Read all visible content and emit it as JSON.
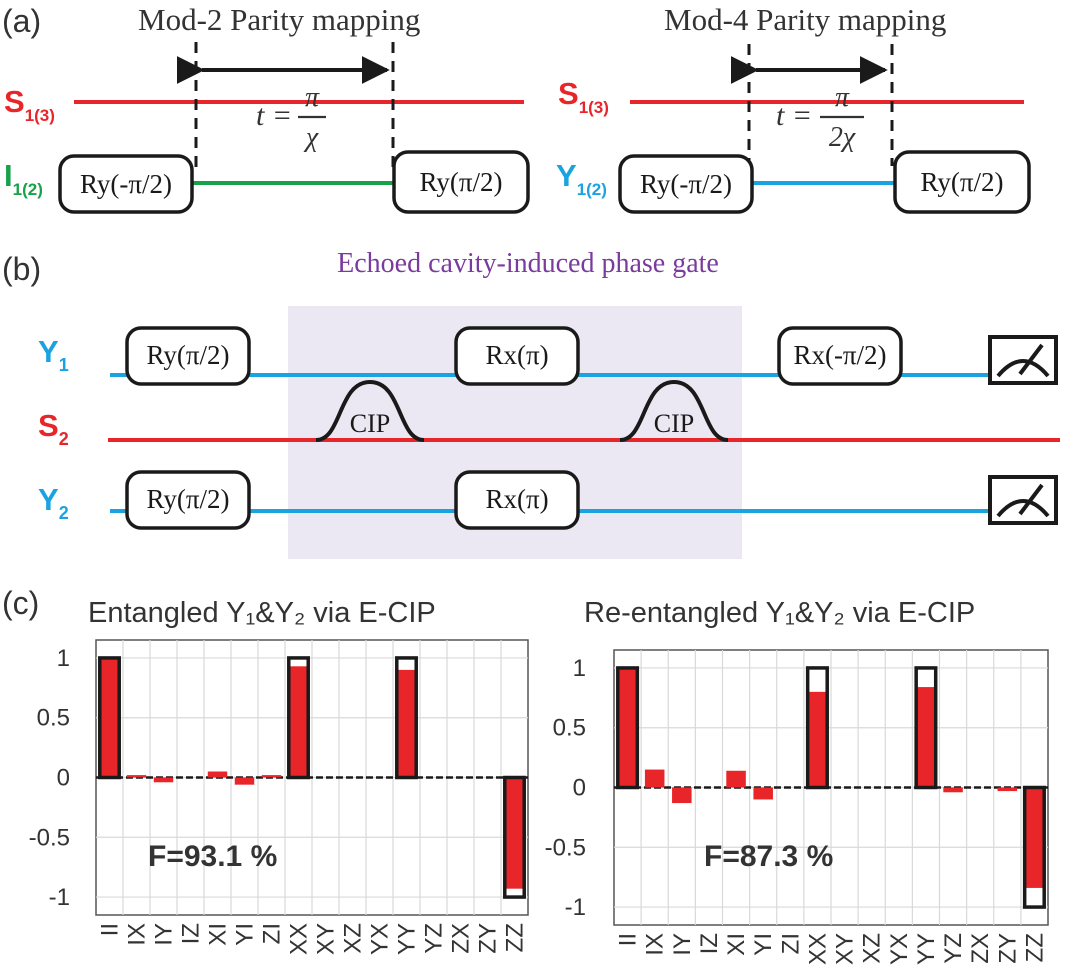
{
  "panel_a": {
    "label": "(a)",
    "left": {
      "title": "Mod-2 Parity mapping",
      "s_label": "S",
      "s_sub": "1(3)",
      "q_label": "I",
      "q_sub": "1(2)",
      "gate1": "Ry(-π/2)",
      "gate2": "Ry(π/2)",
      "time_lhs": "t =",
      "time_num": "π",
      "time_den": "χ"
    },
    "right": {
      "title": "Mod-4 Parity mapping",
      "s_label": "S",
      "s_sub": "1(3)",
      "q_label": "Y",
      "q_sub": "1(2)",
      "gate1": "Ry(-π/2)",
      "gate2": "Ry(π/2)",
      "time_lhs": "t =",
      "time_num": "π",
      "time_den": "2χ"
    }
  },
  "panel_b": {
    "label": "(b)",
    "title": "Echoed cavity-induced phase gate",
    "y1_label": "Y",
    "y1_sub": "1",
    "s2_label": "S",
    "s2_sub": "2",
    "y2_label": "Y",
    "y2_sub": "2",
    "y1_g1": "Ry(π/2)",
    "y1_g2": "Rx(π)",
    "y1_g3": "Rx(-π/2)",
    "y2_g1": "Ry(π/2)",
    "y2_g2": "Rx(π)",
    "cip": "CIP"
  },
  "panel_c": {
    "label": "(c)",
    "tick_labels": [
      "1",
      "0.5",
      "0",
      "-0.5",
      "-1"
    ]
  },
  "colors": {
    "red": "#e8262a",
    "green": "#17a24a",
    "cyan": "#1aa3e0",
    "purple_text": "#7a3a9e",
    "shade": "#ebe8f4"
  },
  "chart_data": [
    {
      "type": "bar",
      "title": "Entangled Y₁&Y₂ via E-CIP",
      "annotation": "F=93.1 %",
      "categories": [
        "II",
        "IX",
        "IY",
        "IZ",
        "XI",
        "YI",
        "ZI",
        "XX",
        "XY",
        "XZ",
        "YX",
        "YY",
        "YZ",
        "ZX",
        "ZY",
        "ZZ"
      ],
      "ylim": [
        -1.15,
        1.15
      ],
      "series": [
        {
          "values": [
            1.0,
            0.02,
            -0.04,
            0.0,
            0.05,
            -0.06,
            0.02,
            0.93,
            0.0,
            0.0,
            0.0,
            0.9,
            0.0,
            0.0,
            0.0,
            -0.93
          ]
        },
        {
          "values": [
            1,
            0,
            0,
            0,
            0,
            0,
            0,
            1,
            0,
            0,
            0,
            1,
            0,
            0,
            0,
            -1
          ]
        }
      ]
    },
    {
      "type": "bar",
      "title": "Re-entangled Y₁&Y₂ via E-CIP",
      "annotation": "F=87.3 %",
      "categories": [
        "II",
        "IX",
        "IY",
        "IZ",
        "XI",
        "YI",
        "ZI",
        "XX",
        "XY",
        "XZ",
        "YX",
        "YY",
        "YZ",
        "ZX",
        "ZY",
        "ZZ"
      ],
      "ylim": [
        -1.15,
        1.15
      ],
      "series": [
        {
          "values": [
            1.0,
            0.15,
            -0.13,
            0.0,
            0.14,
            -0.1,
            0.0,
            0.8,
            0.0,
            0.0,
            0.0,
            0.84,
            -0.04,
            0.0,
            -0.03,
            -0.84
          ]
        },
        {
          "values": [
            1,
            0,
            0,
            0,
            0,
            0,
            0,
            1,
            0,
            0,
            0,
            1,
            0,
            0,
            0,
            -1
          ]
        }
      ]
    }
  ]
}
